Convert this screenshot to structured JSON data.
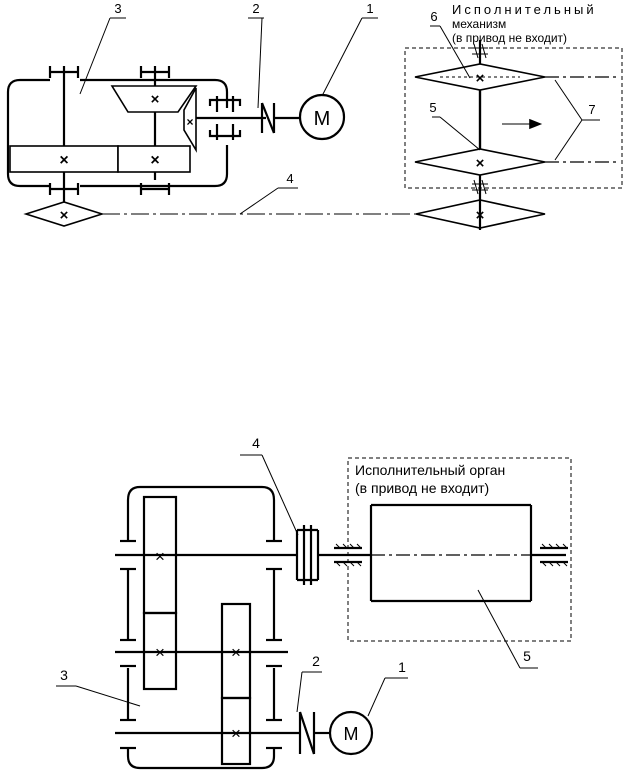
{
  "diagram_top": {
    "labels": {
      "n1": "1",
      "n2": "2",
      "n3": "3",
      "n4": "4",
      "n5": "5",
      "n6": "6",
      "n7": "7",
      "motor": "М"
    },
    "executive": {
      "line1": "Исполнительный",
      "line2": "механизм",
      "line3": "(в привод  не  входит)"
    }
  },
  "diagram_bottom": {
    "labels": {
      "n1": "1",
      "n2": "2",
      "n3": "3",
      "n4": "4",
      "n5": "5",
      "motor": "М"
    },
    "executive": {
      "line1": "Исполнительный орган",
      "line2": "(в привод не входит)"
    }
  }
}
